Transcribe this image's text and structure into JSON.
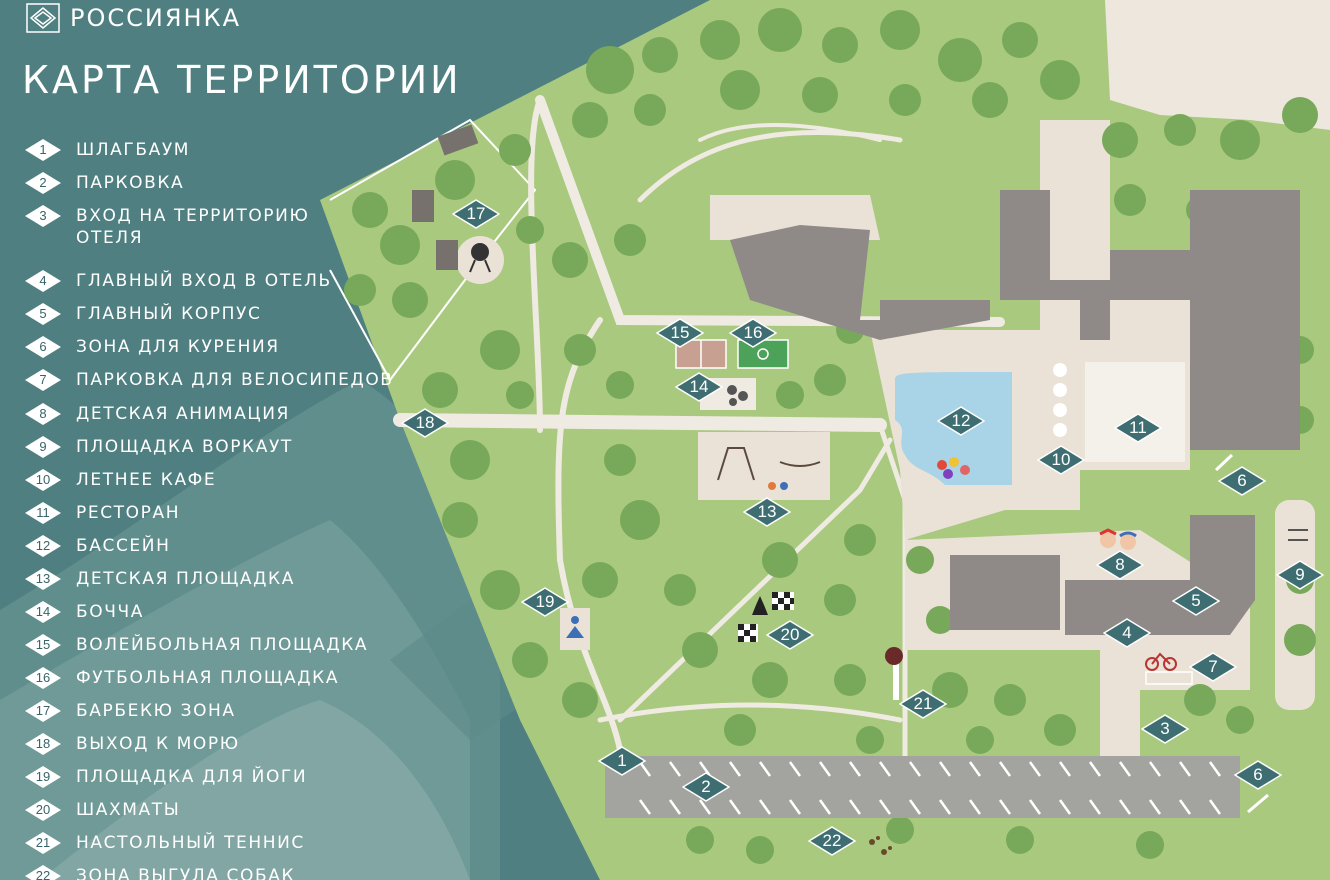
{
  "brand": {
    "name": "РОССИЯНКА",
    "logo_icon": "layered-diamond-logo-icon"
  },
  "title": "КАРТА ТЕРРИТОРИИ",
  "colors": {
    "teal_background": "#4f7f80",
    "sea": "#7fa6a3",
    "lawn": "#a9c97f",
    "tree": "#78a95a",
    "path": "#eae2d6",
    "building": "#8f8a87",
    "marker": "#3f6e72",
    "pool": "#a9d3e6",
    "parking": "#a3a3a0"
  },
  "legend": [
    {
      "num": "1",
      "label": "ШЛАГБАУМ"
    },
    {
      "num": "2",
      "label": "ПАРКОВКА"
    },
    {
      "num": "3",
      "label": "ВХОД НА ТЕРРИТОРИЮ\nОТЕЛЯ"
    },
    {
      "num": "4",
      "label": "ГЛАВНЫЙ ВХОД В ОТЕЛЬ"
    },
    {
      "num": "5",
      "label": "ГЛАВНЫЙ КОРПУС"
    },
    {
      "num": "6",
      "label": "ЗОНА ДЛЯ КУРЕНИЯ"
    },
    {
      "num": "7",
      "label": "ПАРКОВКА ДЛЯ ВЕЛОСИПЕДОВ"
    },
    {
      "num": "8",
      "label": "ДЕТСКАЯ АНИМАЦИЯ"
    },
    {
      "num": "9",
      "label": "ПЛОЩАДКА ВОРКАУТ"
    },
    {
      "num": "10",
      "label": "ЛЕТНЕЕ КАФЕ"
    },
    {
      "num": "11",
      "label": "РЕСТОРАН"
    },
    {
      "num": "12",
      "label": "БАССЕЙН"
    },
    {
      "num": "13",
      "label": "ДЕТСКАЯ ПЛОЩАДКА"
    },
    {
      "num": "14",
      "label": "БОЧЧА"
    },
    {
      "num": "15",
      "label": "ВОЛЕЙБОЛЬНАЯ ПЛОЩАДКА"
    },
    {
      "num": "16",
      "label": "ФУТБОЛЬНАЯ ПЛОЩАДКА"
    },
    {
      "num": "17",
      "label": "БАРБЕКЮ ЗОНА"
    },
    {
      "num": "18",
      "label": "ВЫХОД К МОРЮ"
    },
    {
      "num": "19",
      "label": "ПЛОЩАДКА ДЛЯ ЙОГИ"
    },
    {
      "num": "20",
      "label": "ШАХМАТЫ"
    },
    {
      "num": "21",
      "label": "НАСТОЛЬНЫЙ ТЕННИС"
    },
    {
      "num": "22",
      "label": "ЗОНА ВЫГУЛА СОБАК"
    }
  ],
  "markers": {
    "m1": "1",
    "m2": "2",
    "m3": "3",
    "m4": "4",
    "m5": "5",
    "m6a": "6",
    "m6b": "6",
    "m7": "7",
    "m8": "8",
    "m9": "9",
    "m10": "10",
    "m11": "11",
    "m12": "12",
    "m13": "13",
    "m14": "14",
    "m15": "15",
    "m16": "16",
    "m17": "17",
    "m18": "18",
    "m19": "19",
    "m20": "20",
    "m21": "21",
    "m22": "22"
  },
  "icons": [
    "barbecue-grill-icon",
    "swing-set-icon",
    "playground-rope-icon",
    "chess-pieces-icon",
    "yoga-person-icon",
    "table-tennis-icon",
    "bicycle-icon",
    "kids-faces-icon",
    "workout-bars-icon",
    "smoking-icon",
    "paw-prints-icon",
    "bocce-balls-icon",
    "volleyball-court-icon",
    "football-field-icon",
    "swimmer-icon",
    "parasols-icon"
  ]
}
